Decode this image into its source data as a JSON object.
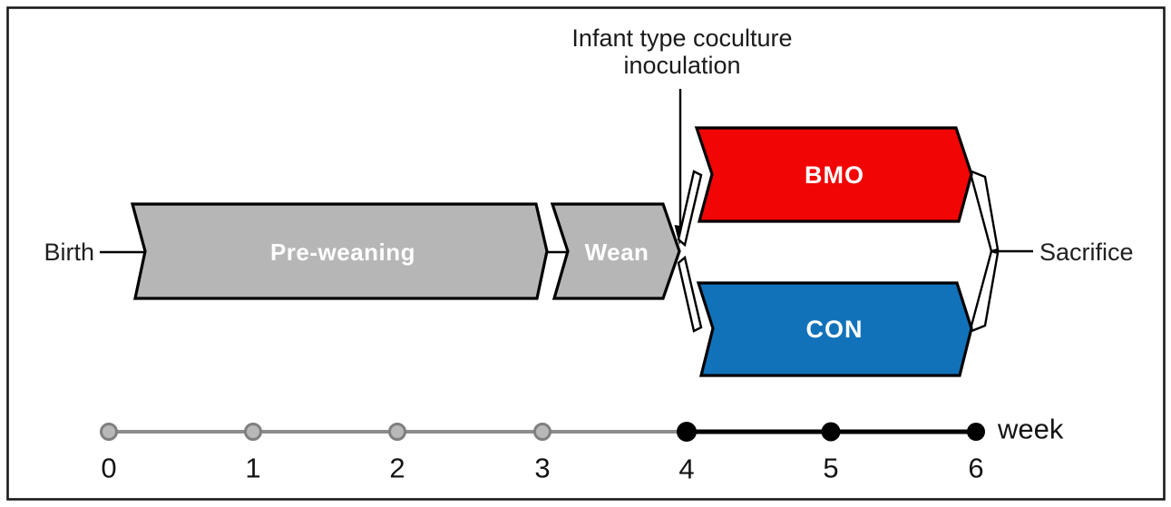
{
  "figure": {
    "annotation": {
      "line1": "Infant type coculture",
      "line2": "inoculation"
    },
    "start_label": "Birth",
    "end_label": "Sacrifice",
    "phases": {
      "pre_weaning": {
        "label": "Pre-weaning",
        "fill": "#b6b6b6"
      },
      "wean": {
        "label": "Wean",
        "fill": "#b6b6b6"
      },
      "bmo": {
        "label": "BMO",
        "fill": "#f20505"
      },
      "con": {
        "label": "CON",
        "fill": "#1172ba"
      }
    },
    "timeline": {
      "unit": "week",
      "ticks": [
        "0",
        "1",
        "2",
        "3",
        "4",
        "5",
        "6"
      ],
      "gray_segment_color": "#8c8c8c",
      "black_segment_color": "#000000",
      "gray_dot_fill": "#b8b8b8",
      "gray_dot_stroke": "#7f7f7f",
      "black_dot_fill": "#000000"
    }
  }
}
